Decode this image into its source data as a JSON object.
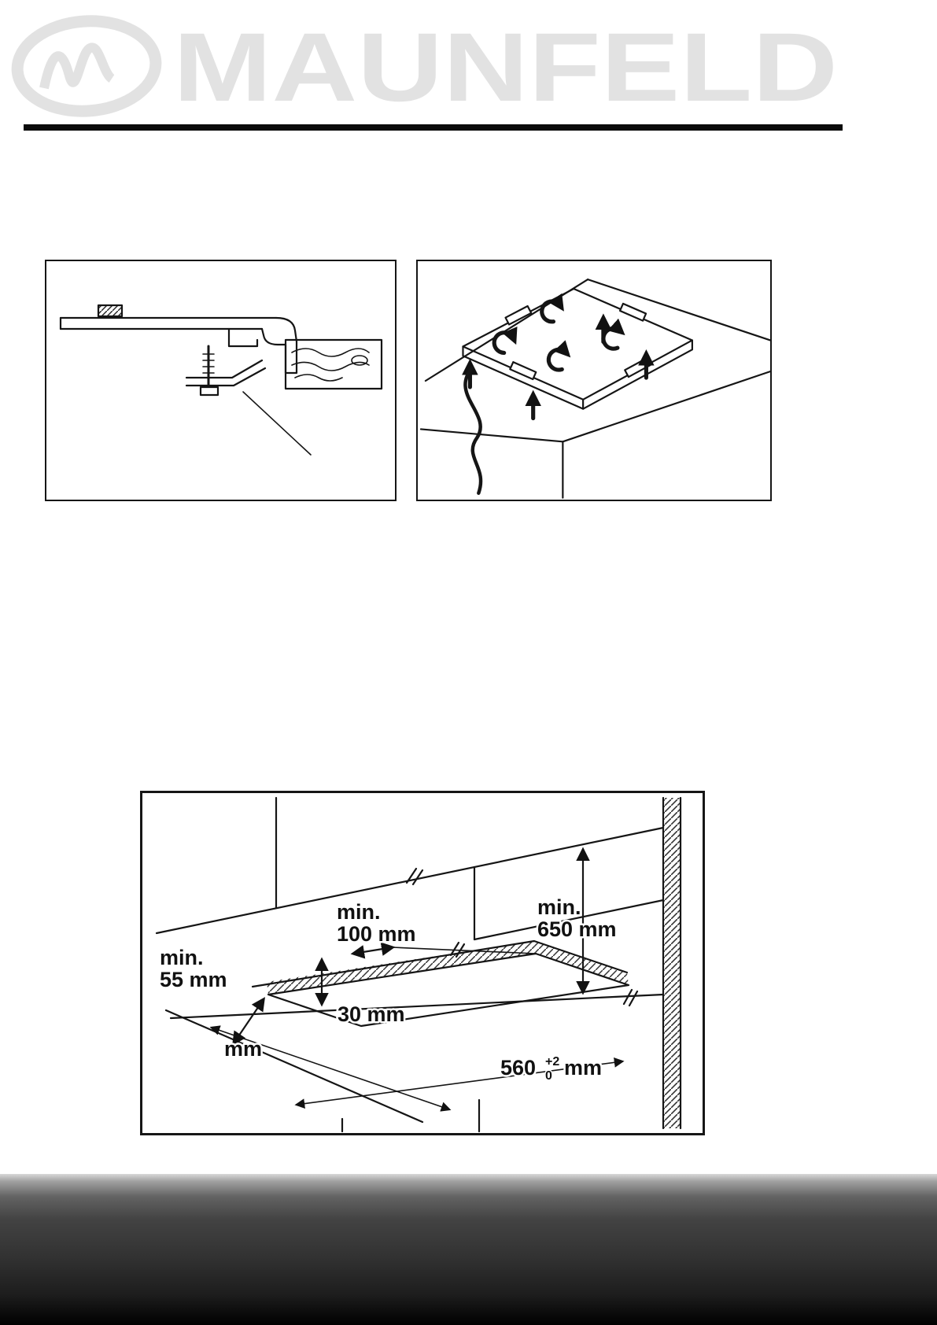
{
  "brand": {
    "wordmark": "MAUNFELD"
  },
  "clearance_labels": {
    "front_min": {
      "line1": "min.",
      "line2": "55 mm"
    },
    "side_min": {
      "line1": "min.",
      "line2": "100 mm"
    },
    "hood_min": {
      "line1": "min.",
      "line2": "650 mm"
    },
    "rim": "30 mm",
    "depth_unit": "mm",
    "width": {
      "value": "560",
      "tol_sup": "+2",
      "tol_sub": "0",
      "unit": "mm"
    }
  }
}
